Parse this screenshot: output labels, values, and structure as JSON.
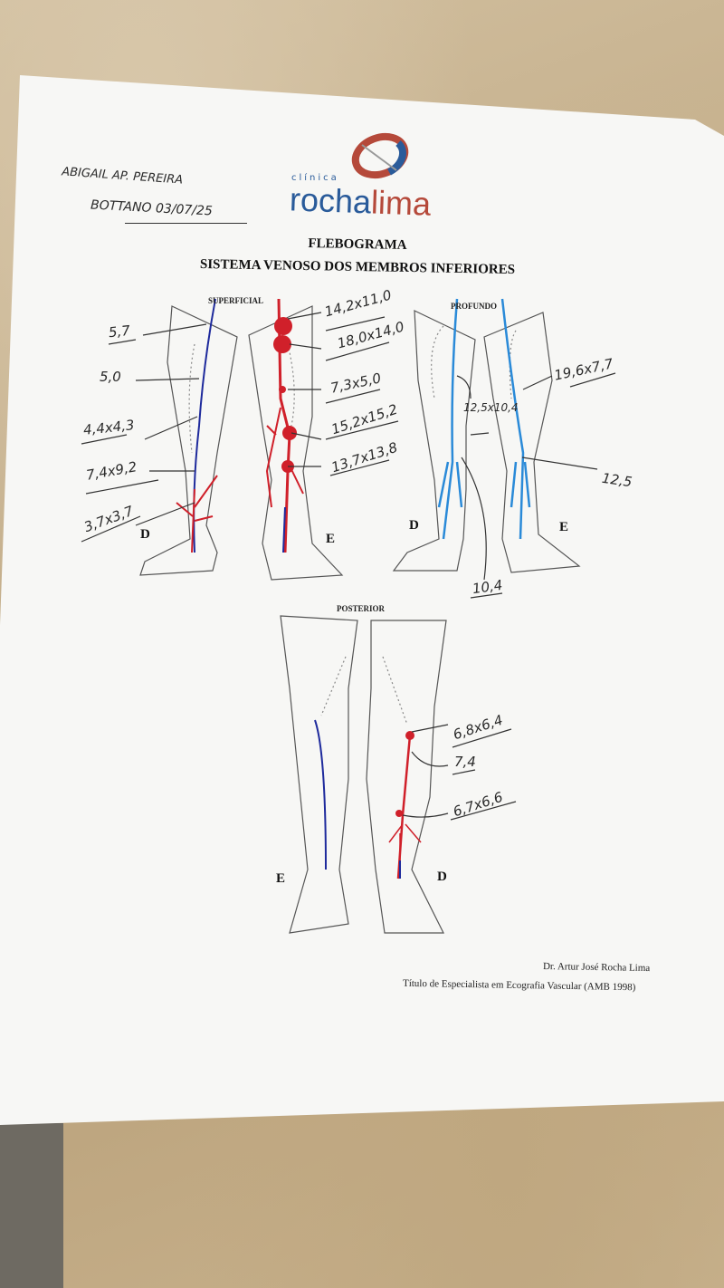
{
  "patient": {
    "name": "ABIGAIL AP. PEREIRA",
    "name2": "BOTTANO",
    "date": "03/07/25"
  },
  "logo": {
    "prefix": "clínica",
    "part1": "rocha",
    "part2": "lima",
    "color_blue": "#2a5b9a",
    "color_red": "#b5493a"
  },
  "title": "FLEBOGRAMA",
  "subtitle": "SISTEMA VENOSO DOS MEMBROS INFERIORES",
  "sections": {
    "superficial": "SUPERFICIAL",
    "profundo": "PROFUNDO",
    "posterior": "POSTERIOR"
  },
  "sides": {
    "right": "D",
    "left": "E"
  },
  "superficial_right": [
    "5,7",
    "5,0",
    "4,4x4,3",
    "7,4x9,2",
    "3,7x3,7"
  ],
  "superficial_left": [
    "14,2x11,0",
    "18,0x14,0",
    "7,3x5,0",
    "15,2x15,2",
    "13,7x13,8"
  ],
  "profundo": {
    "d_mid": "12,5x10,4",
    "d_low": "10,4",
    "e_top": "19,6x7,7",
    "e_low": "12,5"
  },
  "posterior_d": [
    "6,8x6,4",
    "7,4",
    "6,7x6,6"
  ],
  "footer": {
    "doctor": "Dr. Artur José Rocha Lima",
    "credential": "Título de Especialista em Ecografia Vascular (AMB 1998)"
  },
  "colors": {
    "superficial_vein": "#1e2a9c",
    "varicose": "#d0202a",
    "deep_vein": "#2a8ad8"
  }
}
